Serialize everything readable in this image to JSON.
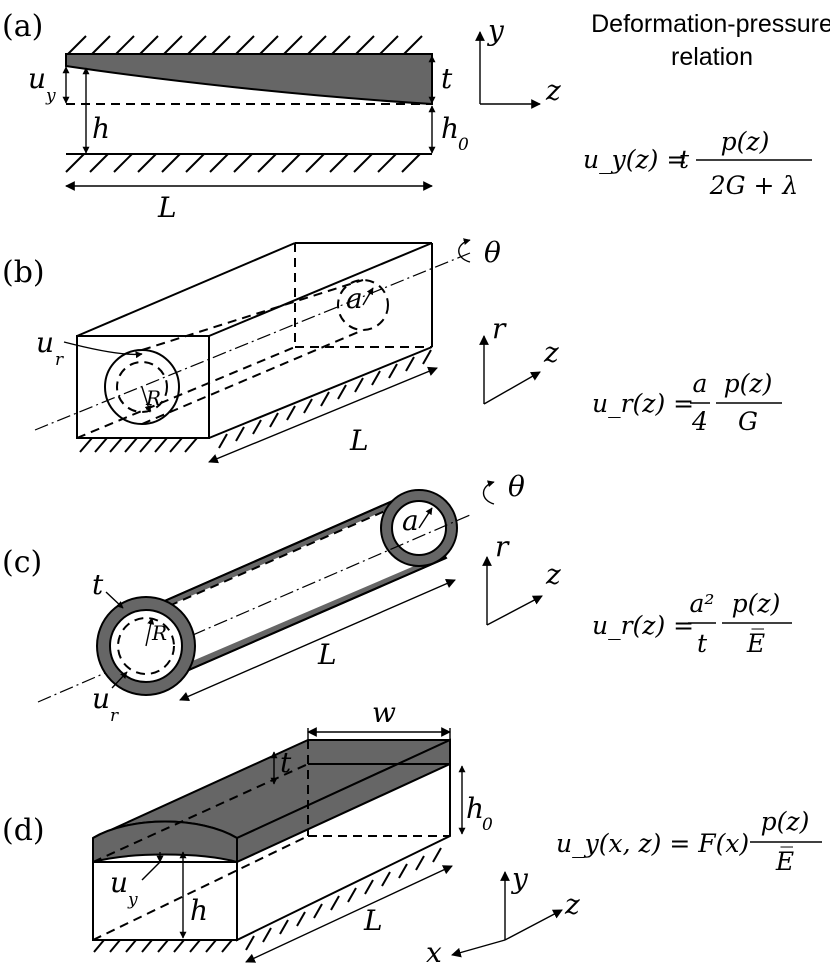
{
  "heading": {
    "line1": "Deformation-pressure",
    "line2": "relation"
  },
  "panels": {
    "a": {
      "tag": "(a)",
      "labels": {
        "u": "u",
        "u_sub": "y",
        "h": "h",
        "t": "t",
        "h0": "h",
        "h0_sub": "0",
        "L": "L"
      },
      "axes": {
        "y": "y",
        "z": "z"
      },
      "equation": {
        "lhs": "u_y(z) =",
        "t": "t",
        "numerator": "p(z)",
        "denominator": "2G + λ"
      }
    },
    "b": {
      "tag": "(b)",
      "labels": {
        "u": "u",
        "u_sub": "r",
        "R": "R",
        "a": "a",
        "L": "L",
        "theta": "θ"
      },
      "axes": {
        "r": "r",
        "z": "z"
      },
      "equation": {
        "lhs": "u_r(z) =",
        "f_num": "a",
        "f_den": "4",
        "numerator": "p(z)",
        "denominator": "G"
      }
    },
    "c": {
      "tag": "(c)",
      "labels": {
        "t": "t",
        "u": "u",
        "u_sub": "r",
        "R": "R",
        "a": "a",
        "L": "L",
        "theta": "θ"
      },
      "axes": {
        "r": "r",
        "z": "z"
      },
      "equation": {
        "lhs": "u_r(z) =",
        "f_num": "a²",
        "f_den": "t",
        "numerator": "p(z)",
        "denominator": "E̅"
      }
    },
    "d": {
      "tag": "(d)",
      "labels": {
        "w": "w",
        "t": "t",
        "h0": "h",
        "h0_sub": "0",
        "u": "u",
        "u_sub": "y",
        "h": "h",
        "L": "L"
      },
      "axes": {
        "y": "y",
        "z": "z",
        "x": "x"
      },
      "equation": {
        "lhs": "u_y(x, z) = F(x)",
        "numerator": "p(z)",
        "denominator": "E̅"
      }
    }
  }
}
